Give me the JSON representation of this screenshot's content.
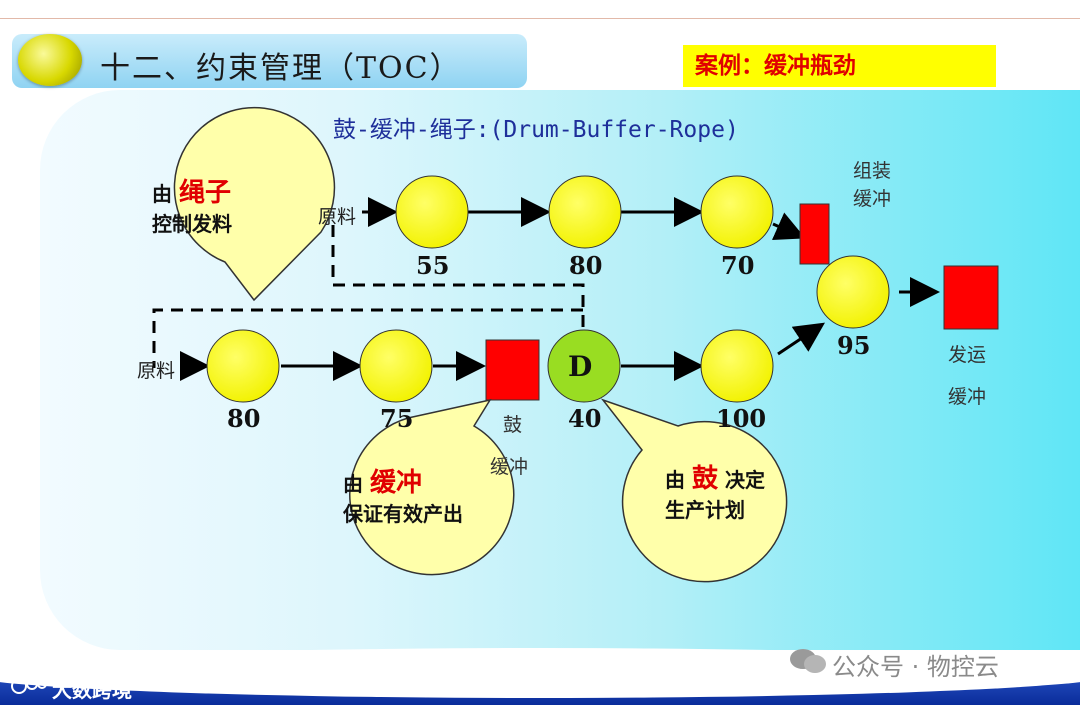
{
  "header": {
    "title": "十二、约束管理（TOC）",
    "case_label": "案例：缓冲瓶劲"
  },
  "diagram": {
    "subtitle": "鼓-缓冲-绳子:(Drum-Buffer-Rope)",
    "raw_material_top": "原料",
    "raw_material_bottom": "原料",
    "top_nodes": [
      "55",
      "80",
      "70"
    ],
    "bottom_nodes": [
      "80",
      "75"
    ],
    "drum_node_label": "D",
    "drum_node_value": "40",
    "after_drum_value": "100",
    "assembly_value": "95",
    "assembly_buffer_label": [
      "组装",
      "缓冲"
    ],
    "shipping_buffer_label": [
      "发运",
      "缓冲"
    ],
    "drum_buffer_label": [
      "鼓",
      "缓冲"
    ],
    "colors": {
      "node": "#ffff00",
      "drum": "#99dd22",
      "buffer": "#ff0000",
      "title": "#1e2f9a"
    }
  },
  "bubbles": {
    "rope": {
      "prefix": "由",
      "keyword": "绳子",
      "line2": "控制发料"
    },
    "buffer": {
      "prefix": "由",
      "keyword": "缓冲",
      "line2": "保证有效产出"
    },
    "drum": {
      "prefix": "由",
      "keyword": "鼓",
      "suffix": "决定",
      "line2": "生产计划"
    }
  },
  "footer": {
    "watermark": "公众号 · 物控云",
    "logo": "大数跨境"
  }
}
